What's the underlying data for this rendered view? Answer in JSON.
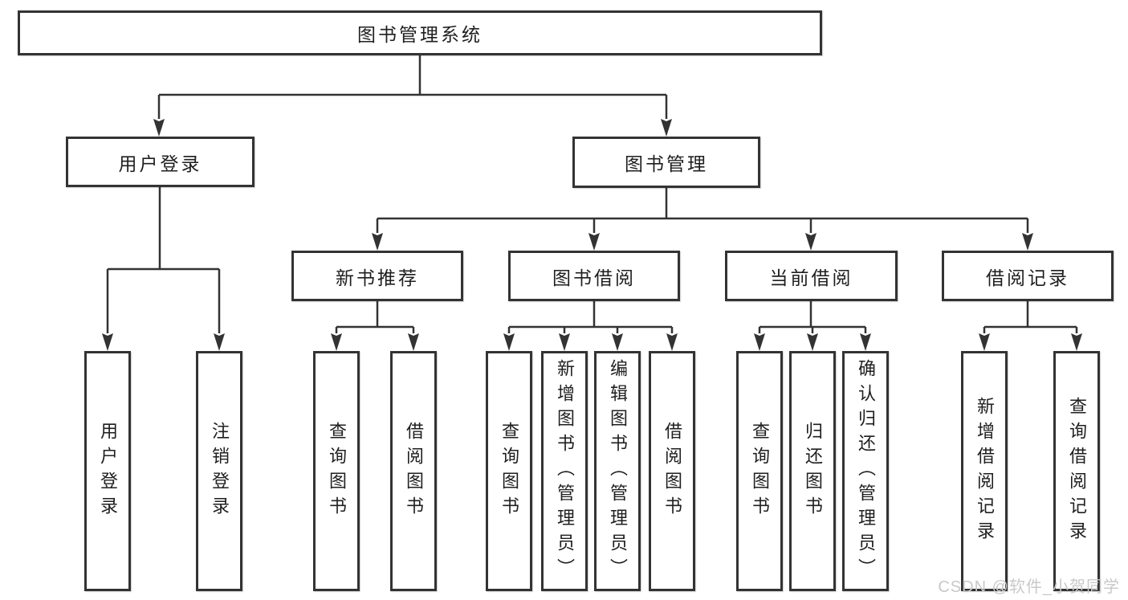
{
  "tree": {
    "label": "图书管理系统",
    "children": [
      {
        "label": "用户登录",
        "children": [
          {
            "label": "用户登录"
          },
          {
            "label": "注销登录"
          }
        ]
      },
      {
        "label": "图书管理",
        "children": [
          {
            "label": "新书推荐",
            "children": [
              {
                "label": "查询图书"
              },
              {
                "label": "借阅图书"
              }
            ]
          },
          {
            "label": "图书借阅",
            "children": [
              {
                "label": "查询图书"
              },
              {
                "label": "新增图书（管理员）"
              },
              {
                "label": "编辑图书（管理员）"
              },
              {
                "label": "借阅图书"
              }
            ]
          },
          {
            "label": "当前借阅",
            "children": [
              {
                "label": "查询图书"
              },
              {
                "label": "归还图书"
              },
              {
                "label": "确认归还（管理员）"
              }
            ]
          },
          {
            "label": "借阅记录",
            "children": [
              {
                "label": "新增借阅记录"
              },
              {
                "label": "查询借阅记录"
              }
            ]
          }
        ]
      }
    ]
  },
  "watermark": {
    "text": "CSDN @软件_小贺同学"
  },
  "colors": {
    "line": "#333333",
    "box_border": "#333333",
    "box_fill": "#ffffff",
    "text": "#1f1f1f",
    "background": "#ffffff",
    "watermark": "#c9c9c9"
  }
}
